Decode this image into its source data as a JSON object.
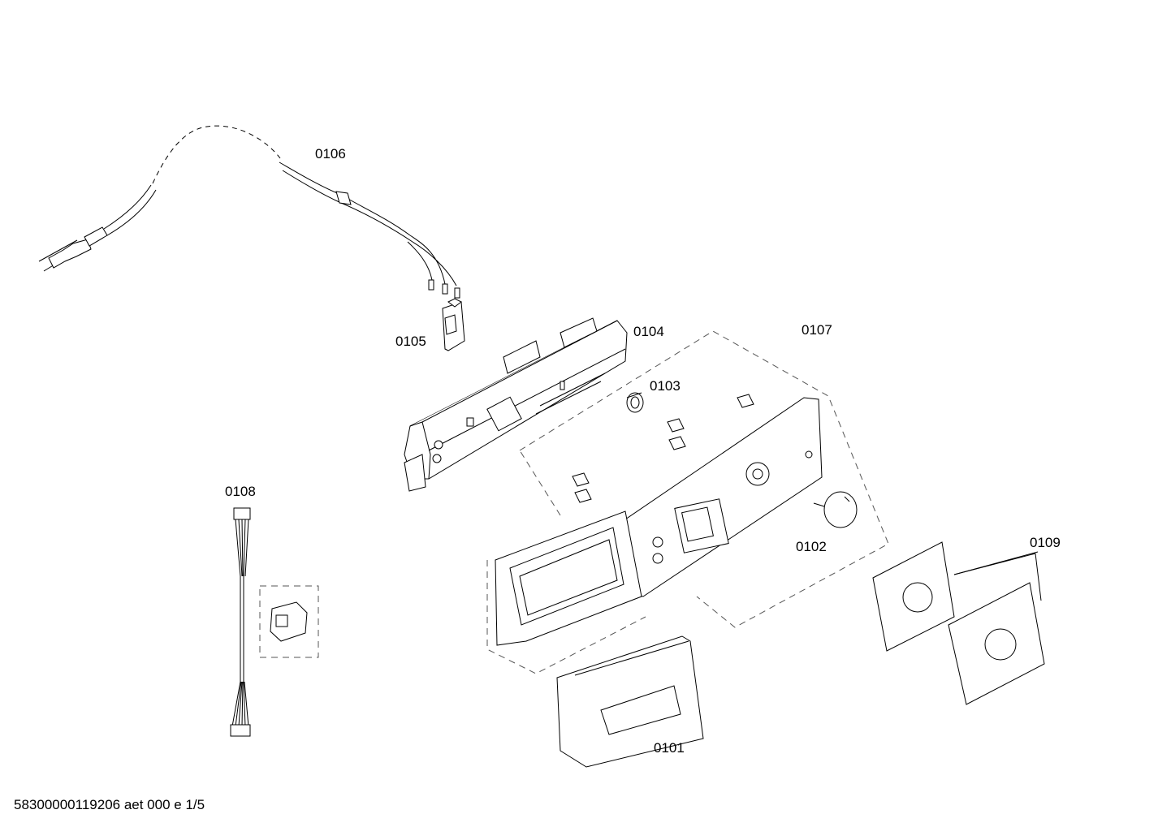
{
  "parts": {
    "p0101": "0101",
    "p0102": "0102",
    "p0103": "0103",
    "p0104": "0104",
    "p0105": "0105",
    "p0106": "0106",
    "p0107": "0107",
    "p0108": "0108",
    "p0109": "0109"
  },
  "footer": "58300000119206 aet 000 e 1/5"
}
